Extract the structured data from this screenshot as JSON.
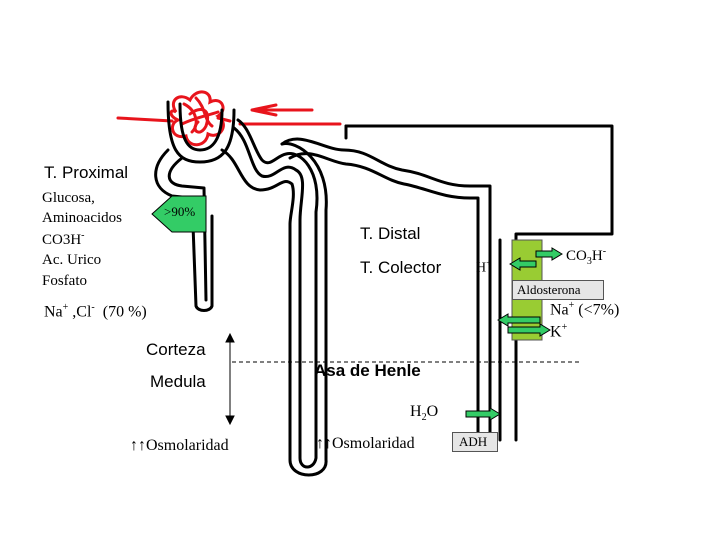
{
  "labels": {
    "t_proximal": "T. Proximal",
    "glucosa": "Glucosa,",
    "aminoacidos": "Aminoacidos",
    "co3h": "CO3H",
    "co3h_sup": "-",
    "ac_urico": "Ac. Urico",
    "fosfato": "Fosfato",
    "reabsorption_pct": ">90%",
    "na": "Na",
    "na_sup": "+",
    "cl": " ,Cl",
    "cl_sup": "-",
    "pct70": "  (70 %)",
    "t_distal": "T. Distal",
    "t_colector": "T. Colector",
    "h": "H",
    "h_sup": "+",
    "co3_a": "CO",
    "co3_sub": "3",
    "co3_b": "H",
    "co3_sup": "-",
    "aldosterona": "Aldosterona",
    "na2": "Na",
    "na2_sup": "+",
    "na2_pct": " (<7%)",
    "k": "K",
    "k_sup": "+",
    "corteza": "Corteza",
    "medula": "Medula",
    "asa_de_henle": "Asa de Henle",
    "h2o_a": "H",
    "h2o_sub": "2",
    "h2o_b": "O",
    "osmolaridad_left": "↑↑Osmolaridad",
    "osmolaridad_right": "↑↑Osmolaridad",
    "adh": "ADH"
  },
  "colors": {
    "arrow_green": "#33cc66",
    "arrow_outline": "#000000",
    "collector_box": "#99cc33",
    "glomerulus_red": "#e8141c",
    "tubule": "#000000",
    "label_box": "#e6e6e6"
  }
}
